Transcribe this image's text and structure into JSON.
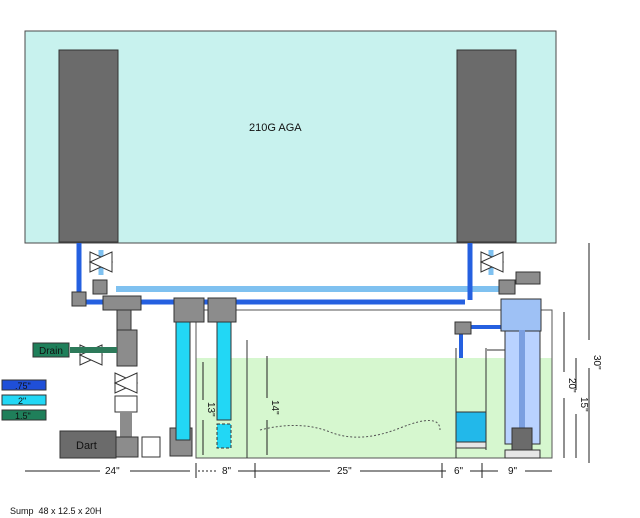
{
  "tank": {
    "label": "210G AGA"
  },
  "drain": {
    "label": "Drain"
  },
  "pump": {
    "label": "Dart"
  },
  "legend": [
    {
      "label": ".75\"",
      "color": "#1f4fd8"
    },
    {
      "label": "2\"",
      "color": "#22d7f5"
    },
    {
      "label": "1.5\"",
      "color": "#1f7f5a"
    }
  ],
  "dimensions": {
    "height_total": "30\"",
    "height_sump": "20\"",
    "height_water": "15\"",
    "height_13": "13\"",
    "height_14": "14\"",
    "width_24": "24\"",
    "width_8": "8\"",
    "width_25": "25\"",
    "width_6": "6\"",
    "width_9": "9\""
  },
  "caption": "Sump  48 x 12.5 x 20H",
  "colors": {
    "tank_fill": "#c8f2ee",
    "overflow_box": "#6b6b6b",
    "water": "#d6f7cf",
    "pipe_dark": "#2560e0",
    "pipe_light": "#7fc1f0",
    "pipe_cyan": "#22d7f5",
    "fitting": "#8c8c8c"
  }
}
